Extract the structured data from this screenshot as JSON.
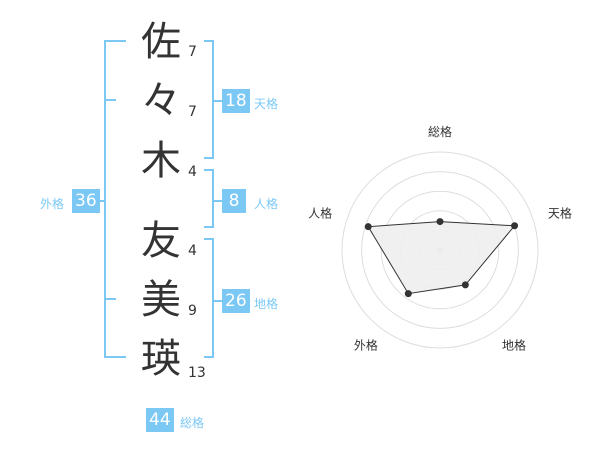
{
  "name": {
    "characters": [
      {
        "char": "佐",
        "strokes": "7"
      },
      {
        "char": "々",
        "strokes": "7"
      },
      {
        "char": "木",
        "strokes": "4"
      },
      {
        "char": "友",
        "strokes": "4"
      },
      {
        "char": "美",
        "strokes": "9"
      },
      {
        "char": "瑛",
        "strokes": "13"
      }
    ]
  },
  "kakusu": {
    "tenkaku": {
      "value": "18",
      "label": "天格"
    },
    "jinkaku": {
      "value": "8",
      "label": "人格"
    },
    "chikaku": {
      "value": "26",
      "label": "地格"
    },
    "gaikaku": {
      "value": "36",
      "label": "外格"
    },
    "soukaku": {
      "value": "44",
      "label": "総格"
    }
  },
  "colors": {
    "accent": "#7cc8f5",
    "text": "#333333",
    "radar_fill": "#eeeeee"
  },
  "chart_data": {
    "type": "radar",
    "axes": [
      "総格",
      "天格",
      "地格",
      "外格",
      "人格"
    ],
    "values": [
      0.29,
      0.8,
      0.44,
      0.55,
      0.77
    ],
    "range": [
      0,
      1
    ]
  }
}
